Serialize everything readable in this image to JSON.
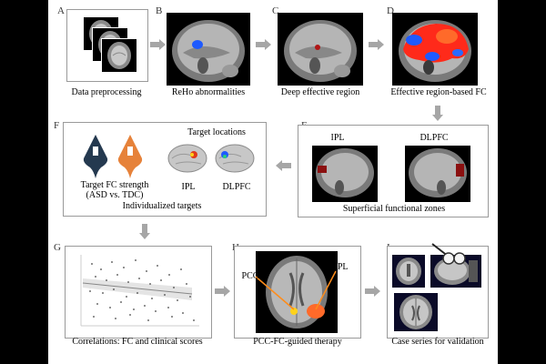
{
  "panels": {
    "A": {
      "letter": "A",
      "caption": "Data preprocessing"
    },
    "B": {
      "letter": "B",
      "caption": "ReHo abnormalities"
    },
    "C": {
      "letter": "C",
      "caption": "Deep effective region"
    },
    "D": {
      "letter": "D",
      "caption": "Effective region-based FC"
    },
    "E": {
      "letter": "E",
      "caption": "Superficial functional zones",
      "label_left": "IPL",
      "label_right": "DLPFC"
    },
    "F": {
      "letter": "F",
      "caption": "Individualized targets",
      "title": "Target locations",
      "strength_line1": "Target FC strength",
      "strength_line2": "(ASD vs. TDC)",
      "label_left": "IPL",
      "label_right": "DLPFC"
    },
    "G": {
      "letter": "G",
      "caption": "Correlations: FC and clinical scores"
    },
    "H": {
      "letter": "H",
      "caption": "PCC-FC-guided therapy",
      "label_left": "PCC",
      "label_right": "IPL"
    },
    "I": {
      "letter": "I",
      "caption": "Case series for validation"
    }
  },
  "colors": {
    "activation_blue": "#1e5aff",
    "activation_red": "#ff2a1a",
    "violin_navy": "#24394f",
    "violin_orange": "#e6823a",
    "arrow_gray": "#a6a6a6",
    "pcc_yellow": "#ffd21a",
    "ipl_orange": "#ff6a2a"
  }
}
